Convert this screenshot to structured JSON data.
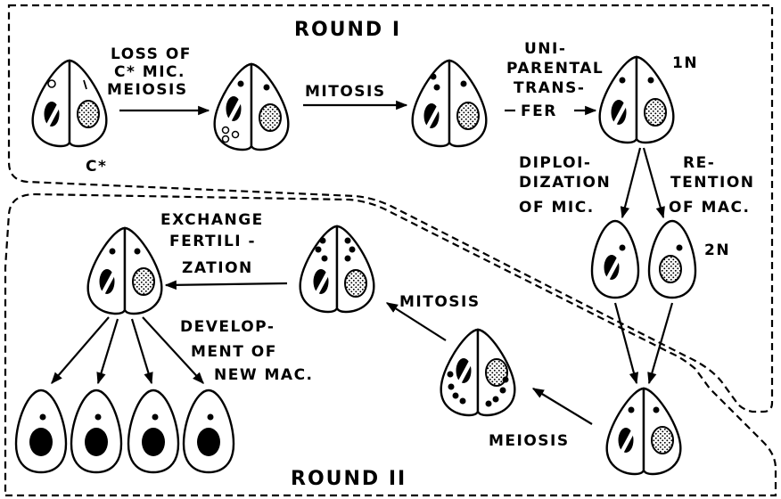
{
  "rounds": {
    "round1": "ROUND I",
    "round2": "ROUND II"
  },
  "labels": {
    "loss_line1": "LOSS OF",
    "loss_line2": "C* MIC.",
    "loss_line3": "MEIOSIS",
    "mitosis_top": "MITOSIS",
    "uni_line1": "UNI-",
    "uni_line2": "PARENTAL",
    "uni_line3": "TRANS-",
    "uni_line4": "FER",
    "cstar": "C*",
    "one_n": "1N",
    "diploid_line1": "DIPLOI-",
    "diploid_line2": "DIZATION",
    "diploid_line3": "OF MIC.",
    "retention_line1": "RE-",
    "retention_line2": "TENTION",
    "retention_line3": "OF MAC.",
    "two_n": "2N",
    "exchange_line1": "EXCHANGE",
    "exchange_line2": "FERTILI -",
    "exchange_line3": "ZATION",
    "mitosis_bottom": "MITOSIS",
    "develop_line1": "DEVELOP-",
    "develop_line2": "MENT OF",
    "develop_line3": "NEW MAC.",
    "meiosis_bottom": "MEIOSIS"
  }
}
